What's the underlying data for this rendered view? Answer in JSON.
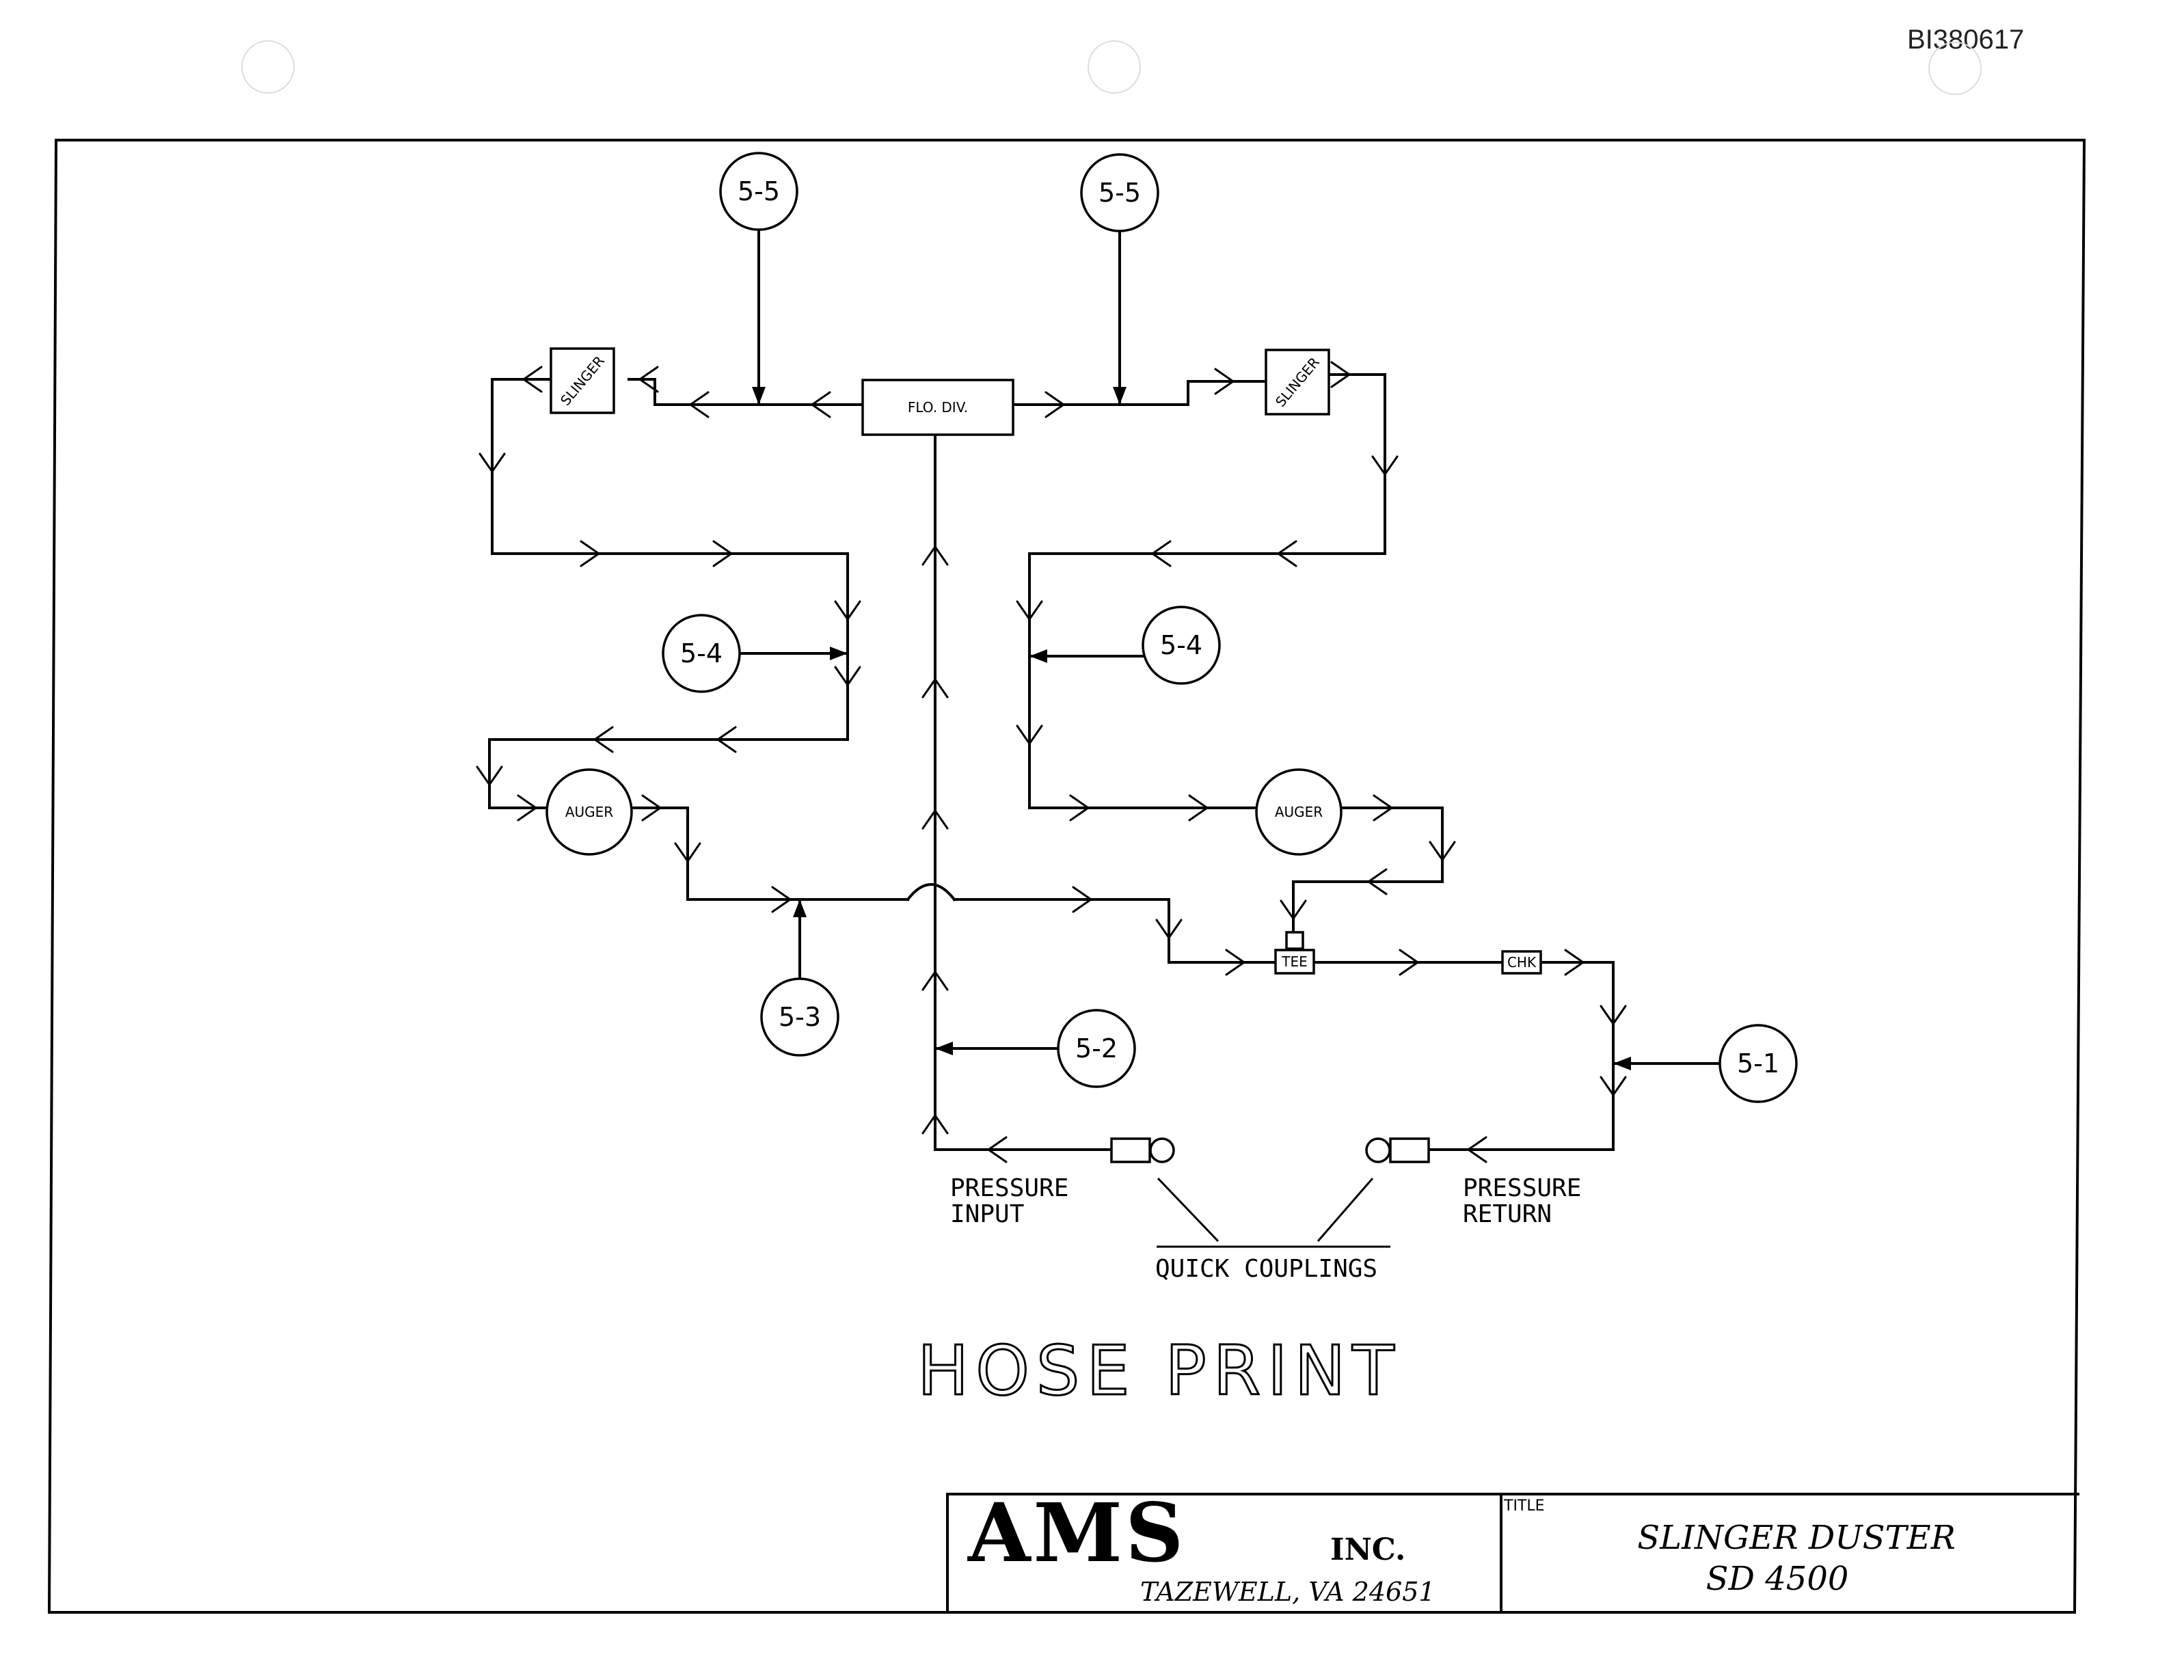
{
  "doc_id": "BI380617",
  "title_main": "HOSE PRINT",
  "components": {
    "flow_divider": "FLO. DIV.",
    "slinger": "SLINGER",
    "auger": "AUGER",
    "tee": "TEE",
    "check": "CHK"
  },
  "callouts": {
    "top_left": "5-5",
    "top_right": "5-5",
    "mid_left": "5-4",
    "mid_right": "5-4",
    "lower_left": "5-3",
    "input_side": "5-2",
    "return_side": "5-1"
  },
  "labels": {
    "pressure_input_1": "PRESSURE",
    "pressure_input_2": "INPUT",
    "pressure_return_1": "PRESSURE",
    "pressure_return_2": "RETURN",
    "quick_couplings": "QUICK COUPLINGS"
  },
  "title_block": {
    "company": "AMS",
    "company_suffix": "INC.",
    "address": "TAZEWELL, VA 24651",
    "title_label": "TITLE",
    "title_line1": "SLINGER DUSTER",
    "title_line2": "SD 4500"
  }
}
